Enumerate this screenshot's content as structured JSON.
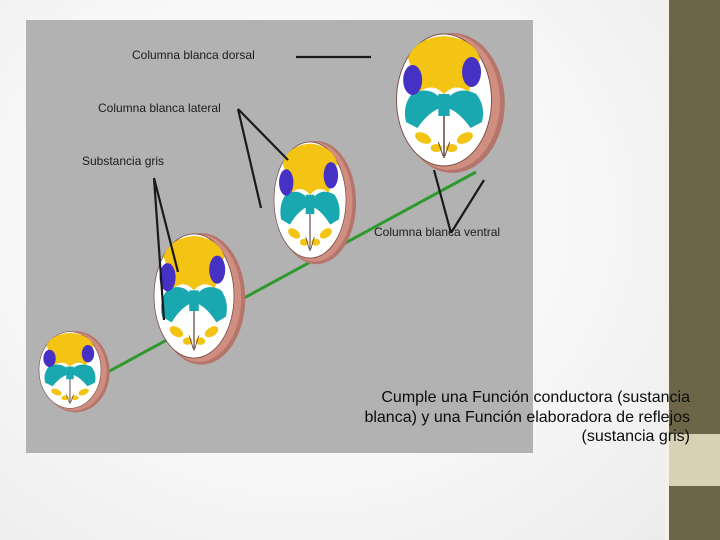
{
  "figure": {
    "labels": {
      "dorsal": "Columna blanca dorsal",
      "lateral": "Columna blanca lateral",
      "gray": "Substancia gris",
      "ventral": "Columna blanca ventral"
    }
  },
  "caption": {
    "lines": [
      "Cumple una Función conductora (sustancia",
      "blanca) y una Función elaboradora de reflejos",
      "(sustancia gris)"
    ]
  },
  "colors": {
    "figure_bg": "#b2b2b3",
    "white_matter_yellow": "#f4c414",
    "gray_matter_teal": "#1aa8b0",
    "tract_blue": "#4532c4",
    "meninges": "#c7877a",
    "axis_green": "#2f9a2c",
    "side_bar": "#6d6548"
  }
}
